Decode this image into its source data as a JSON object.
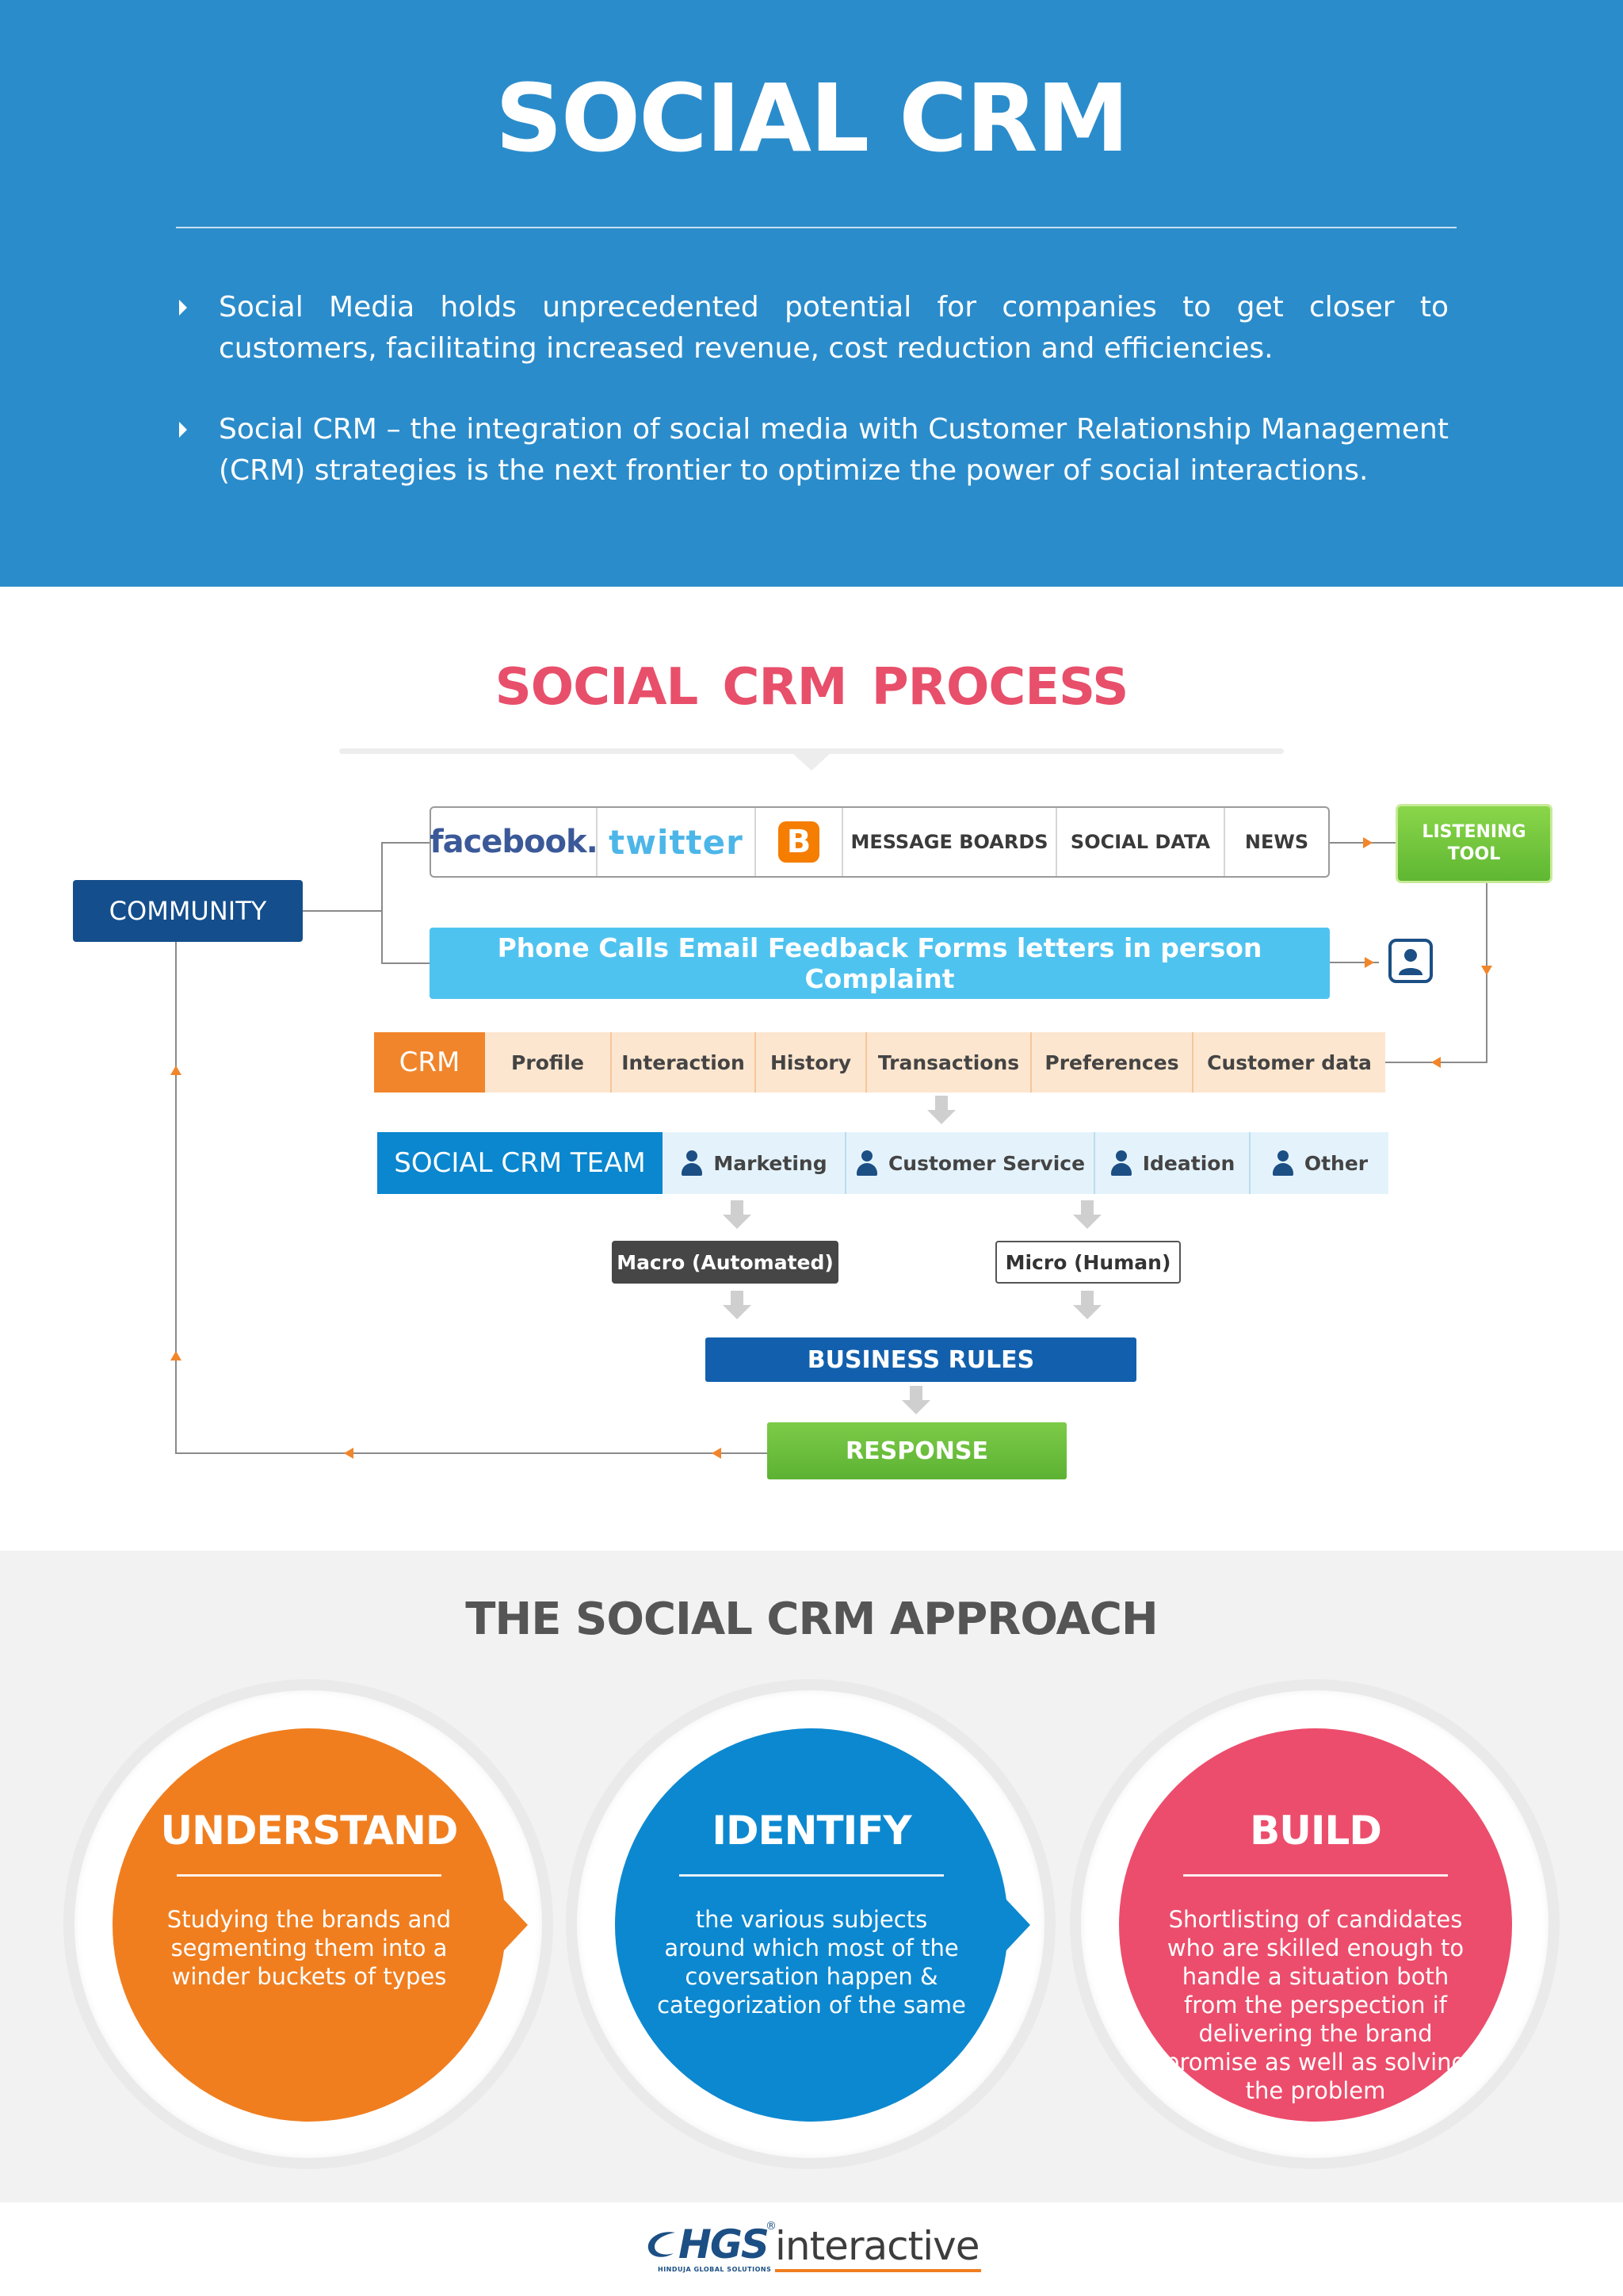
{
  "header": {
    "title": "SOCIAL CRM",
    "bullets": [
      "Social Media holds unprecedented potential for companies to get closer to customers, facilitating increased revenue, cost reduction and efficiencies.",
      "Social CRM – the integration of social media with Customer Relationship Management (CRM) strategies is the next frontier to optimize the power of social interactions."
    ]
  },
  "process": {
    "title": "SOCIAL  CRM PROCESS",
    "social_channels": {
      "facebook": "facebook.",
      "twitter": "twitter",
      "blogger": "B",
      "message_boards": "MESSAGE BOARDS",
      "social_data": "SOCIAL DATA",
      "news": "NEWS"
    },
    "listening_tool": "LISTENING TOOL",
    "community": "COMMUNITY",
    "offline_channels": "Phone Calls Email Feedback Forms letters in person Complaint",
    "crm": {
      "label": "CRM",
      "fields": [
        "Profile",
        "Interaction",
        "History",
        "Transactions",
        "Preferences",
        "Customer data"
      ]
    },
    "team": {
      "label": "SOCIAL CRM TEAM",
      "roles": [
        "Marketing",
        "Customer Service",
        "Ideation",
        "Other"
      ]
    },
    "macro": "Macro (Automated)",
    "micro": "Micro (Human)",
    "business_rules": "BUSINESS RULES",
    "response": "RESPONSE",
    "colors": {
      "community": "#144e8c",
      "channels": "#4fc3f0",
      "crm": "#f1852b",
      "team": "#0a87cf",
      "business_rules": "#1260ad",
      "response": "#5db233",
      "connector_arrow": "#f1852b"
    }
  },
  "approach": {
    "title": "THE SOCIAL CRM APPROACH",
    "steps": [
      {
        "title": "UNDERSTAND",
        "text": "Studying the brands and segmenting them into a winder buckets of types",
        "color": "#f07e1f"
      },
      {
        "title": "IDENTIFY",
        "text": "the various subjects around which most of the coversation happen & categorization of the same",
        "color": "#0c88d0"
      },
      {
        "title": "BUILD",
        "text": "Shortlisting of candidates who are skilled enough to handle a situation both from the perspection if delivering the brand promise as well as solving the problem",
        "color": "#ec4d6c"
      }
    ]
  },
  "footer": {
    "brand": "HGS",
    "registered": "®",
    "product": "interactive",
    "tagline": "HINDUJA GLOBAL SOLUTIONS"
  }
}
